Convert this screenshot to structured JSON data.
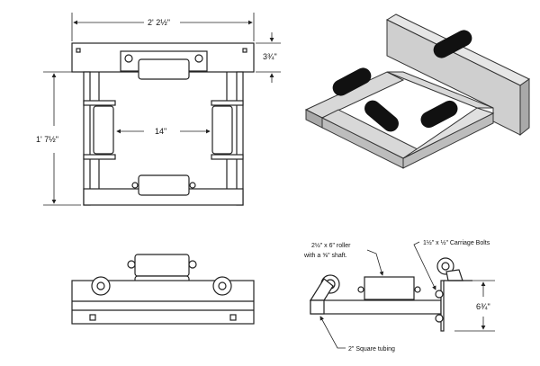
{
  "top_view": {
    "overall_width": "2' 2½\"",
    "plate_height": "3¾\"",
    "overall_length": "1' 7½\"",
    "roller_spacing": "14\""
  },
  "side_view": {
    "roller_note_line1": "2½\" x 6\" roller",
    "roller_note_line2": "with a ⅝\" shaft.",
    "bolt_note": "1½\" x ½\" Carriage Bolts",
    "height": "6¾\"",
    "tubing_note": "2\" Square tubing"
  },
  "colors": {
    "line": "#222222",
    "roller_iso": "#111111",
    "steel_iso": "#bdbdbd"
  }
}
